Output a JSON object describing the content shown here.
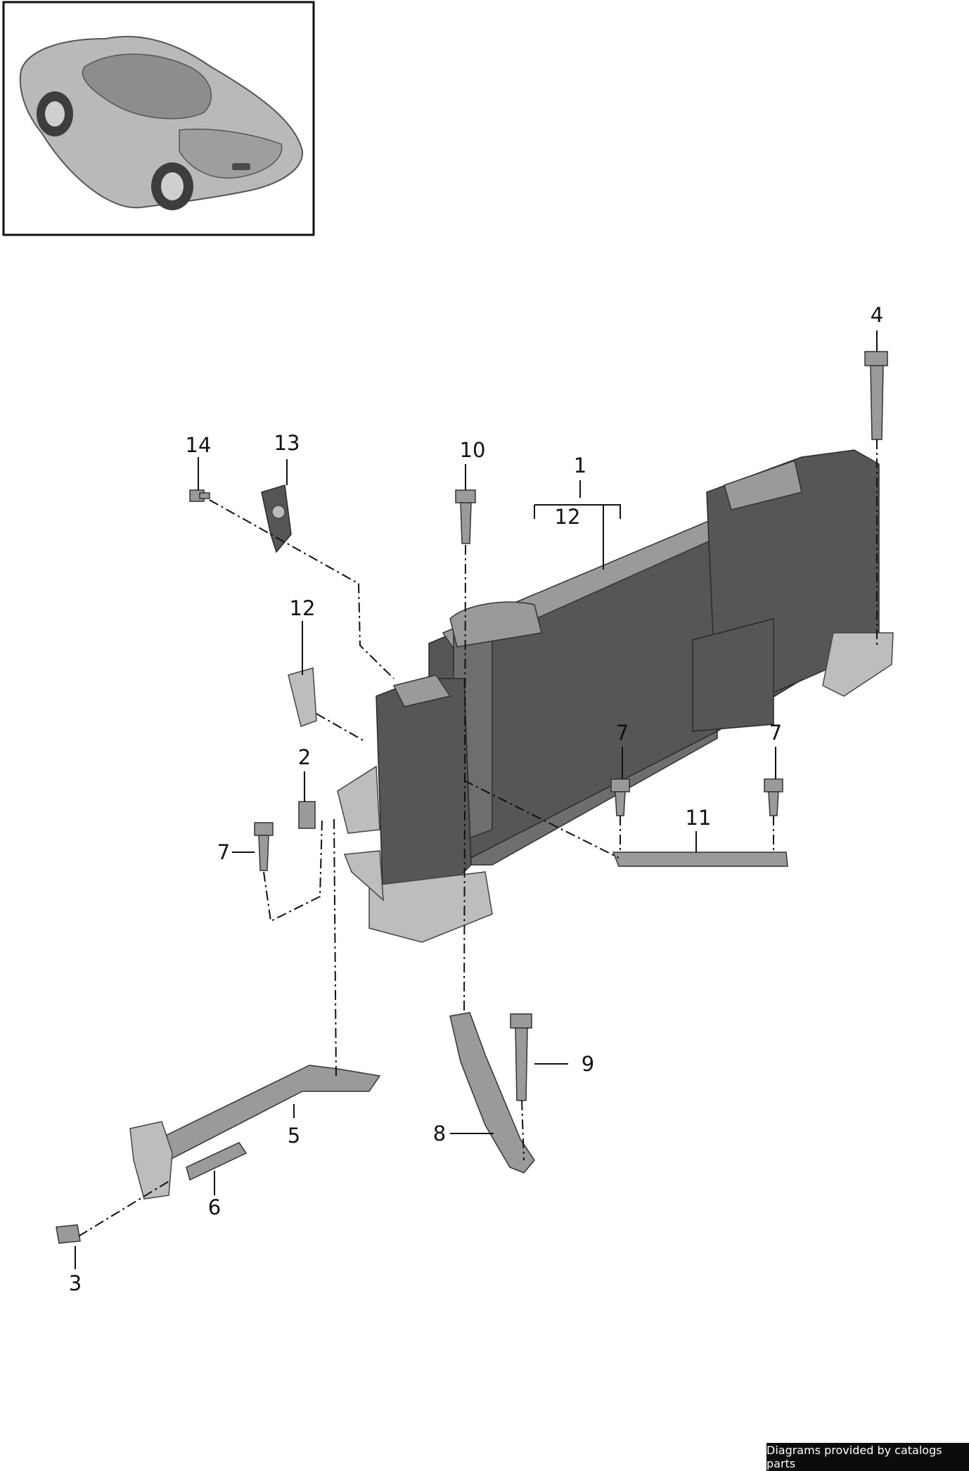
{
  "thumbnail": {
    "icon": "car-rear-three-quarter-icon"
  },
  "callouts": {
    "c1": "1",
    "c12_top": "12",
    "c12": "12",
    "c2": "2",
    "c3": "3",
    "c4": "4",
    "c5": "5",
    "c6": "6",
    "c7_left": "7",
    "c7_mid": "7",
    "c7_right": "7",
    "c8": "8",
    "c9": "9",
    "c10": "10",
    "c11": "11",
    "c13": "13",
    "c14": "14"
  },
  "footer": {
    "credit": "Diagrams provided by catalogs parts"
  }
}
